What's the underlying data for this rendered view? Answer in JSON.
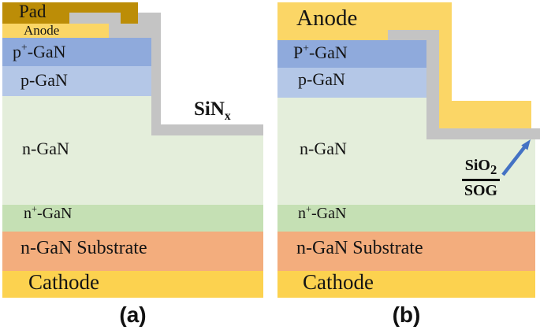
{
  "colors": {
    "pad": "#BC8D07",
    "anode": "#FBD666",
    "cathode": "#FCD24F",
    "p_plus_gan": "#8FAADC",
    "p_gan": "#B4C7E7",
    "n_gan": "#E4EEDB",
    "n_plus_gan": "#C5E0B4",
    "substrate": "#F3AD7D",
    "passivation_gray": "#C4C4C4",
    "arrow_blue": "#4472C4"
  },
  "panel_a": {
    "caption": "(a)",
    "pad_label": "Pad",
    "anode_label": "Anode",
    "p_plus_label": {
      "pre": "p",
      "sup": "+",
      "post": "-GaN"
    },
    "p_label": "p-GaN",
    "n_label": "n-GaN",
    "n_plus_label": {
      "pre": "n",
      "sup": "+",
      "post": "-GaN"
    },
    "substrate_label": "n-GaN Substrate",
    "cathode_label": "Cathode",
    "passivation_label": {
      "pre": "SiN",
      "sub": "x"
    }
  },
  "panel_b": {
    "caption": "(b)",
    "anode_label": "Anode",
    "p_plus_label": {
      "pre": "P",
      "sup": "+",
      "post": "-GaN"
    },
    "p_label": "p-GaN",
    "n_label": "n-GaN",
    "n_plus_label": {
      "pre": "n",
      "sup": "+",
      "post": "-GaN"
    },
    "substrate_label": "n-GaN Substrate",
    "cathode_label": "Cathode",
    "passivation_fraction": {
      "numerator_pre": "SiO",
      "numerator_sub": "2",
      "denominator": "SOG"
    }
  }
}
